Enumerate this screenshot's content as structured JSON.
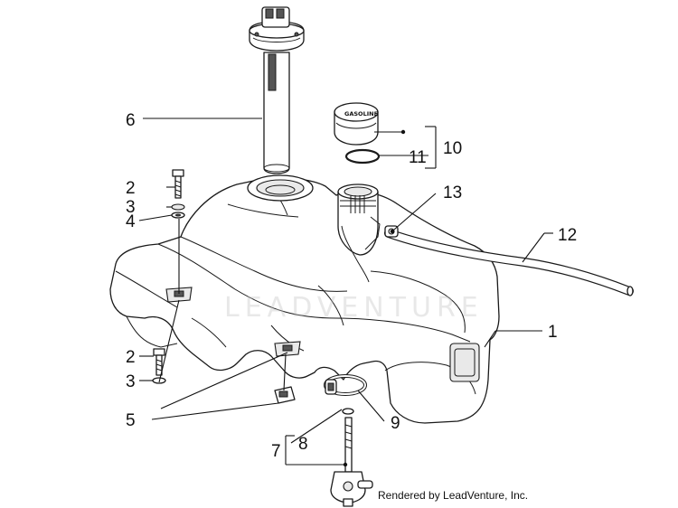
{
  "callouts": [
    "1",
    "2",
    "3",
    "4",
    "2",
    "3",
    "5",
    "6",
    "7",
    "8",
    "9",
    "10",
    "11",
    "12",
    "13"
  ],
  "cap_label": "GASOLINE",
  "watermark": "LEADVENTURE",
  "footer": "Rendered by LeadVenture, Inc."
}
